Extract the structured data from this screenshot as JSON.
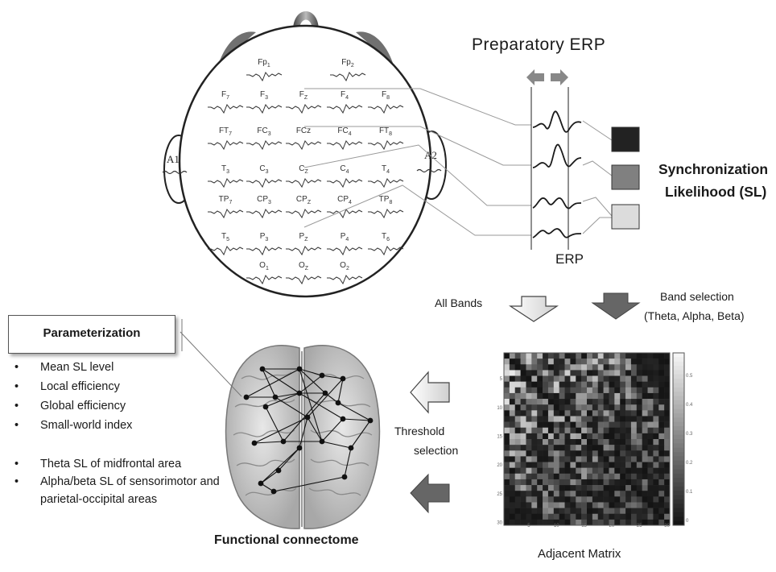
{
  "erp": {
    "title": "Preparatory  ERP",
    "bottom_label": "ERP"
  },
  "sl": {
    "line1": "Synchronization",
    "line2": "Likelihood (SL)"
  },
  "bands": {
    "all": "All Bands",
    "selection_line1": "Band  selection",
    "selection_line2": "(Theta, Alpha, Beta)"
  },
  "threshold": {
    "line1": "Threshold",
    "line2": "selection"
  },
  "parameterization": {
    "title": "Parameterization",
    "group1": [
      "Mean  SL level",
      "Local efficiency",
      "Global efficiency",
      "Small-world index"
    ],
    "group2": [
      "Theta  SL of midfrontal area",
      "Alpha/beta SL of sensorimotor and parietal-occipital areas"
    ]
  },
  "captions": {
    "connectome": "Functional connectome",
    "matrix": "Adjacent Matrix"
  },
  "ears": {
    "left": "A1",
    "right": "A2"
  },
  "electrodes": [
    {
      "base": "Fp",
      "sub": "1"
    },
    {
      "base": "Fp",
      "sub": "2"
    },
    {
      "base": "F",
      "sub": "7"
    },
    {
      "base": "F",
      "sub": "3"
    },
    {
      "base": "F",
      "sub": "Z"
    },
    {
      "base": "F",
      "sub": "4"
    },
    {
      "base": "F",
      "sub": "8"
    },
    {
      "base": "FT",
      "sub": "7"
    },
    {
      "base": "FC",
      "sub": "3"
    },
    {
      "base": "FCz",
      "sub": ""
    },
    {
      "base": "FC",
      "sub": "4"
    },
    {
      "base": "FT",
      "sub": "8"
    },
    {
      "base": "T",
      "sub": "3"
    },
    {
      "base": "C",
      "sub": "3"
    },
    {
      "base": "C",
      "sub": "Z"
    },
    {
      "base": "C",
      "sub": "4"
    },
    {
      "base": "T",
      "sub": "4"
    },
    {
      "base": "TP",
      "sub": "7"
    },
    {
      "base": "CP",
      "sub": "3"
    },
    {
      "base": "CP",
      "sub": "Z"
    },
    {
      "base": "CP",
      "sub": "4"
    },
    {
      "base": "TP",
      "sub": "8"
    },
    {
      "base": "T",
      "sub": "5"
    },
    {
      "base": "P",
      "sub": "3"
    },
    {
      "base": "P",
      "sub": "Z"
    },
    {
      "base": "P",
      "sub": "4"
    },
    {
      "base": "T",
      "sub": "6"
    },
    {
      "base": "O",
      "sub": "1"
    },
    {
      "base": "O",
      "sub": "Z"
    },
    {
      "base": "O",
      "sub": "2"
    }
  ],
  "band_colors": [
    "#222222",
    "#808080",
    "#dcdcdc"
  ],
  "matrix": {
    "x_ticks": [
      "5",
      "10",
      "15",
      "20",
      "25",
      "30"
    ],
    "y_ticks": [
      "5",
      "10",
      "15",
      "20",
      "25",
      "30"
    ],
    "colorbar_ticks": [
      "0.5",
      "0.4",
      "0.3",
      "0.2",
      "0.1",
      "0"
    ]
  }
}
